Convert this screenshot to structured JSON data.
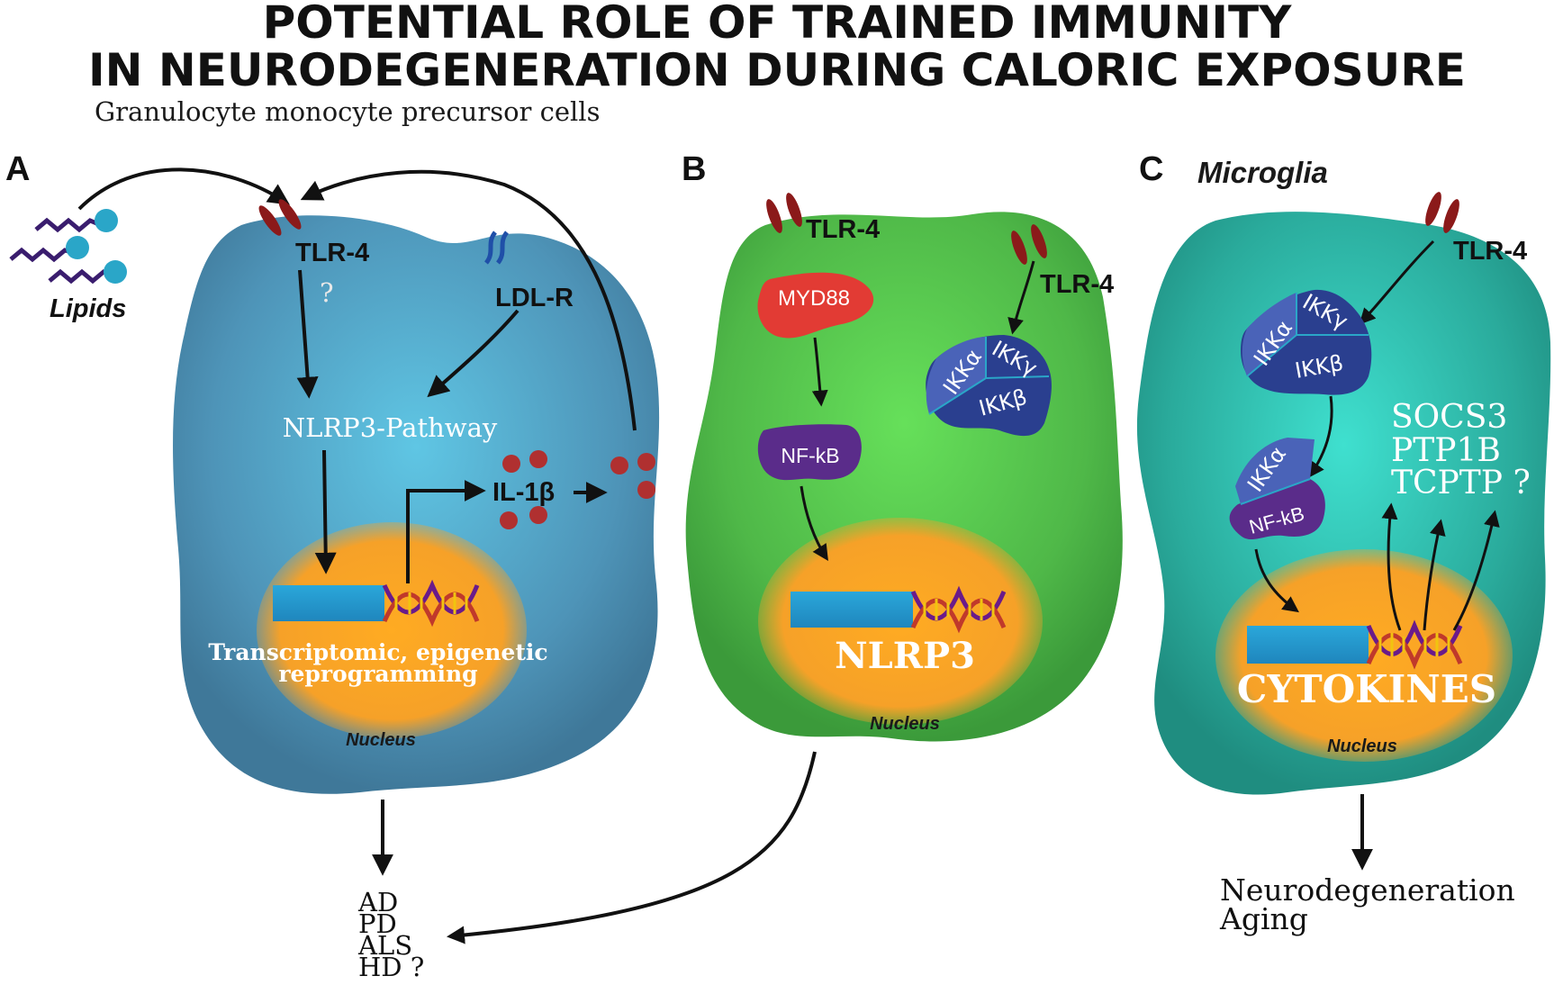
{
  "title": {
    "line1": "POTENTIAL ROLE OF TRAINED IMMUNITY",
    "line2": "IN NEURODEGENERATION DURING CALORIC EXPOSURE"
  },
  "subtitle": "Granulocyte monocyte precursor cells",
  "panel_a": {
    "letter": "A",
    "lipids": "Lipids",
    "tlr4": "TLR-4",
    "question": "?",
    "ldlr": "LDL-R",
    "pathway": "NLRP3-Pathway",
    "il1b": "IL-1β",
    "reprog_line1": "Transcriptomic, epigenetic",
    "reprog_line2": "reprogramming",
    "nucleus": "Nucleus"
  },
  "panel_b": {
    "letter": "B",
    "tlr4_left": "TLR-4",
    "tlr4_right": "TLR-4",
    "myd88": "MYD88",
    "nfkb": "NF-kB",
    "ikk_a": "IKKα",
    "ikk_g": "IKKγ",
    "ikk_b": "IKKβ",
    "nlrp3": "NLRP3",
    "nucleus": "Nucleus"
  },
  "panel_c": {
    "letter": "C",
    "name": "Microglia",
    "tlr4": "TLR-4",
    "ikk_a": "IKKα",
    "ikk_g": "IKKγ",
    "ikk_b": "IKKβ",
    "ikk_a2": "IKKα",
    "nfkb": "NF-kB",
    "socs3": "SOCS3",
    "ptp1b": "PTP1B",
    "tcptp": "TCPTP ?",
    "cytokines": "CYTOKINES",
    "nucleus": "Nucleus"
  },
  "outcomes_ab": [
    "AD",
    "PD",
    "ALS",
    "HD ?"
  ],
  "outcomes_c": [
    "Neurodegeneration",
    "Aging"
  ],
  "colors": {
    "cell_a": "#5aa7c9",
    "cell_b": "#5fc85a",
    "cell_c": "#2bb9a5",
    "nucleus": "#f6a623",
    "receptor": "#8b1a1a",
    "ldlr": "#1f4fa8",
    "myd88": "#e23b34",
    "nfkb": "#5a2c8a",
    "ikk": "#2a3f8f",
    "il1b": "#b03030",
    "lipid_head": "#2aa6c8",
    "lipid_tail": "#3a1d6e",
    "gene_box": "#2a9fd0"
  }
}
